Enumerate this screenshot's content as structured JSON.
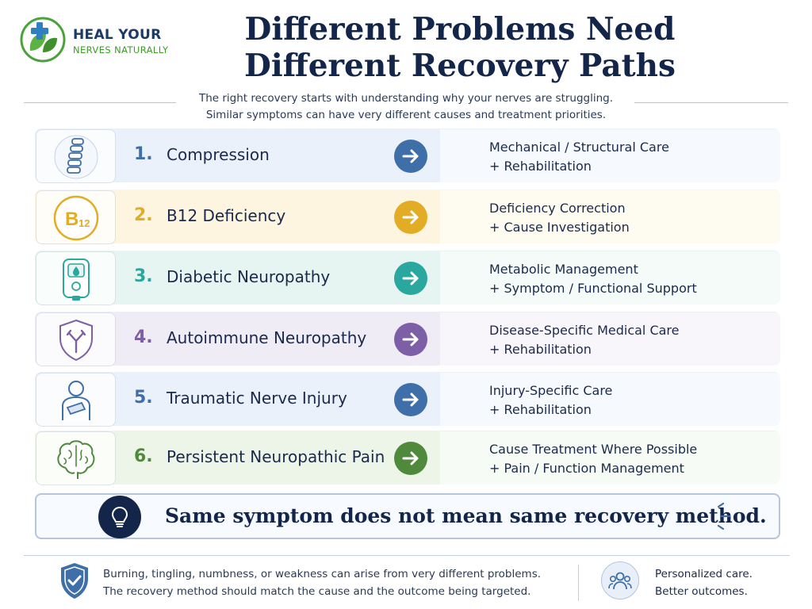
{
  "brand": {
    "name_line1": "HEAL YOUR",
    "name_line2": "NERVES NATURALLY",
    "icon": "leaf-cross-logo"
  },
  "title": {
    "line1": "Different Problems Need",
    "line2": "Different Recovery Paths"
  },
  "subtitle": {
    "line1": "The right recovery starts with understanding why your nerves are struggling.",
    "line2": "Similar symptoms can have very different causes and treatment priorities."
  },
  "problems": [
    {
      "number": "1.",
      "name": "Compression",
      "path_line1": "Mechanical / Structural Care",
      "path_line2": "+ Rehabilitation",
      "icon": "spine-icon",
      "accent": "#3f6fa8",
      "tint": "#eaf1fa"
    },
    {
      "number": "2.",
      "name": "B12 Deficiency",
      "path_line1": "Deficiency Correction",
      "path_line2": "+ Cause Investigation",
      "icon": "b12-icon",
      "icon_text": "B",
      "icon_sub": "12",
      "accent": "#e2ad25",
      "tint": "#fdf5e0"
    },
    {
      "number": "3.",
      "name": "Diabetic Neuropathy",
      "path_line1": "Metabolic Management",
      "path_line2": "+ Symptom / Functional Support",
      "icon": "glucose-meter-icon",
      "accent": "#2aa79e",
      "tint": "#e6f5f2"
    },
    {
      "number": "4.",
      "name": "Autoimmune Neuropathy",
      "path_line1": "Disease-Specific Medical Care",
      "path_line2": "+ Rehabilitation",
      "icon": "antibody-shield-icon",
      "accent": "#7d5fa8",
      "tint": "#f0ecf6"
    },
    {
      "number": "5.",
      "name": "Traumatic Nerve Injury",
      "path_line1": "Injury-Specific Care",
      "path_line2": "+ Rehabilitation",
      "icon": "injured-person-icon",
      "accent": "#3f6fa8",
      "tint": "#eaf1fa"
    },
    {
      "number": "6.",
      "name": "Persistent Neuropathic Pain",
      "path_line1": "Cause Treatment Where Possible",
      "path_line2": "+ Pain / Function Management",
      "icon": "brain-icon",
      "accent": "#4f8a3c",
      "tint": "#edf5e8"
    }
  ],
  "banner": {
    "message": "Same symptom does not mean same recovery method.",
    "icon": "lightbulb-icon"
  },
  "footer": {
    "line1": "Burning, tingling, numbness, or weakness can arise from very different problems.",
    "line2": "The recovery method should match the cause and the outcome being targeted.",
    "right_line1": "Personalized care.",
    "right_line2": "Better outcomes.",
    "left_icon": "check-shield-icon",
    "right_icon": "people-icon"
  },
  "colors": {
    "navy": "#13264a",
    "brand_green": "#3f9a2c"
  }
}
